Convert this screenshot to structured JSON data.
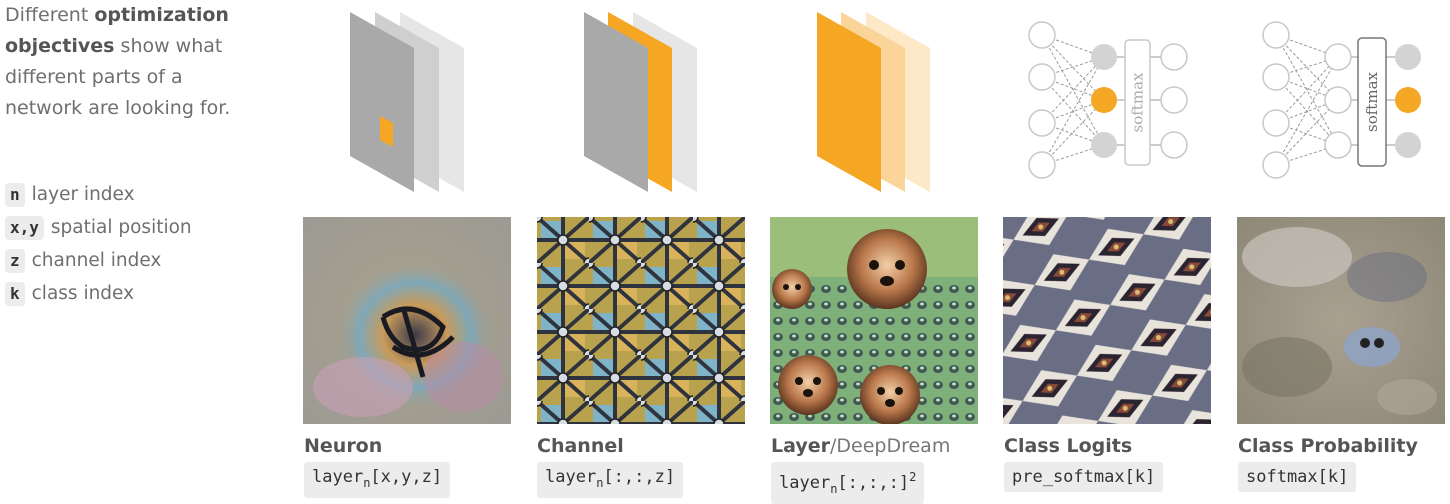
{
  "intro": {
    "part1": "Different ",
    "bold1": "optimization objectives",
    "part2": " show what different parts of a network are looking for."
  },
  "legend": [
    {
      "key": "n",
      "label": "layer index"
    },
    {
      "key": "x,y",
      "label": "spatial position"
    },
    {
      "key": "z",
      "label": "channel index"
    },
    {
      "key": "k",
      "label": "class index"
    }
  ],
  "softmax_label": "softmax",
  "colors": {
    "accent": "#f5a623",
    "gray_dark": "#a9a9a9",
    "gray_mid": "#cfcfcf",
    "gray_light": "#e6e6e6"
  },
  "columns": [
    {
      "title": "Neuron",
      "title_suffix": "",
      "code_pre": "layer",
      "code_sub": "n",
      "code_post": "[x,y,z]",
      "code_sup": ""
    },
    {
      "title": "Channel",
      "title_suffix": "",
      "code_pre": "layer",
      "code_sub": "n",
      "code_post": "[:,:,z]",
      "code_sup": ""
    },
    {
      "title": "Layer",
      "title_suffix": "/DeepDream",
      "code_pre": "layer",
      "code_sub": "n",
      "code_post": "[:,:,:]",
      "code_sup": "2"
    },
    {
      "title": "Class Logits",
      "title_suffix": "",
      "code_pre": "pre_softmax[k]",
      "code_sub": "",
      "code_post": "",
      "code_sup": ""
    },
    {
      "title": "Class Probability",
      "title_suffix": "",
      "code_pre": "softmax[k]",
      "code_sub": "",
      "code_post": "",
      "code_sup": ""
    }
  ]
}
